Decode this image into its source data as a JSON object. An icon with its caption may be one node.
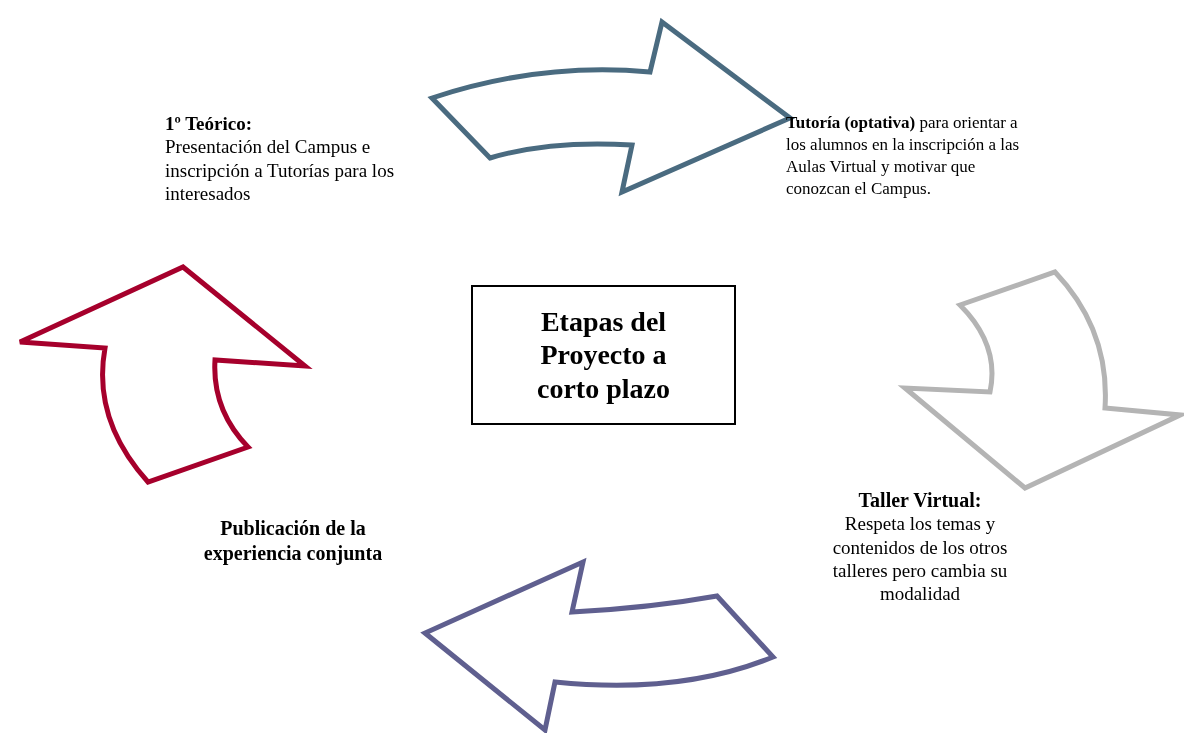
{
  "diagram": {
    "nodes": [
      {
        "text": [
          "Etapas del Proyecto a corto plazo"
        ]
      },
      {
        "text": [
          "1º Teórico:",
          "Presentación del Campus e inscripción a Tutorías para los interesados"
        ]
      },
      {
        "text": [
          "**Tutoría (optativa)** para orientar a los alumnos en la inscripción a las Aulas Virtual y motivar que conozcan el Campus."
        ]
      },
      {
        "text": [
          "Taller Virtual:",
          "Respeta los temas y contenidos de los otros talleres pero cambia su modalidad"
        ]
      },
      {
        "text": [
          "Publicación de la experiencia conjunta"
        ]
      }
    ],
    "edges": [
      {
        "from": 1,
        "to": 2,
        "arrow": "to",
        "style": "thick",
        "color": "#4a6b80"
      },
      {
        "from": 2,
        "to": 3,
        "arrow": "to",
        "style": "thick",
        "color": "#b4b4b4"
      },
      {
        "from": 3,
        "to": 4,
        "arrow": "to",
        "style": "thick",
        "color": "#5f5f8f"
      },
      {
        "from": 4,
        "to": 1,
        "arrow": "to",
        "style": "thick",
        "color": "#a6002c"
      }
    ]
  }
}
